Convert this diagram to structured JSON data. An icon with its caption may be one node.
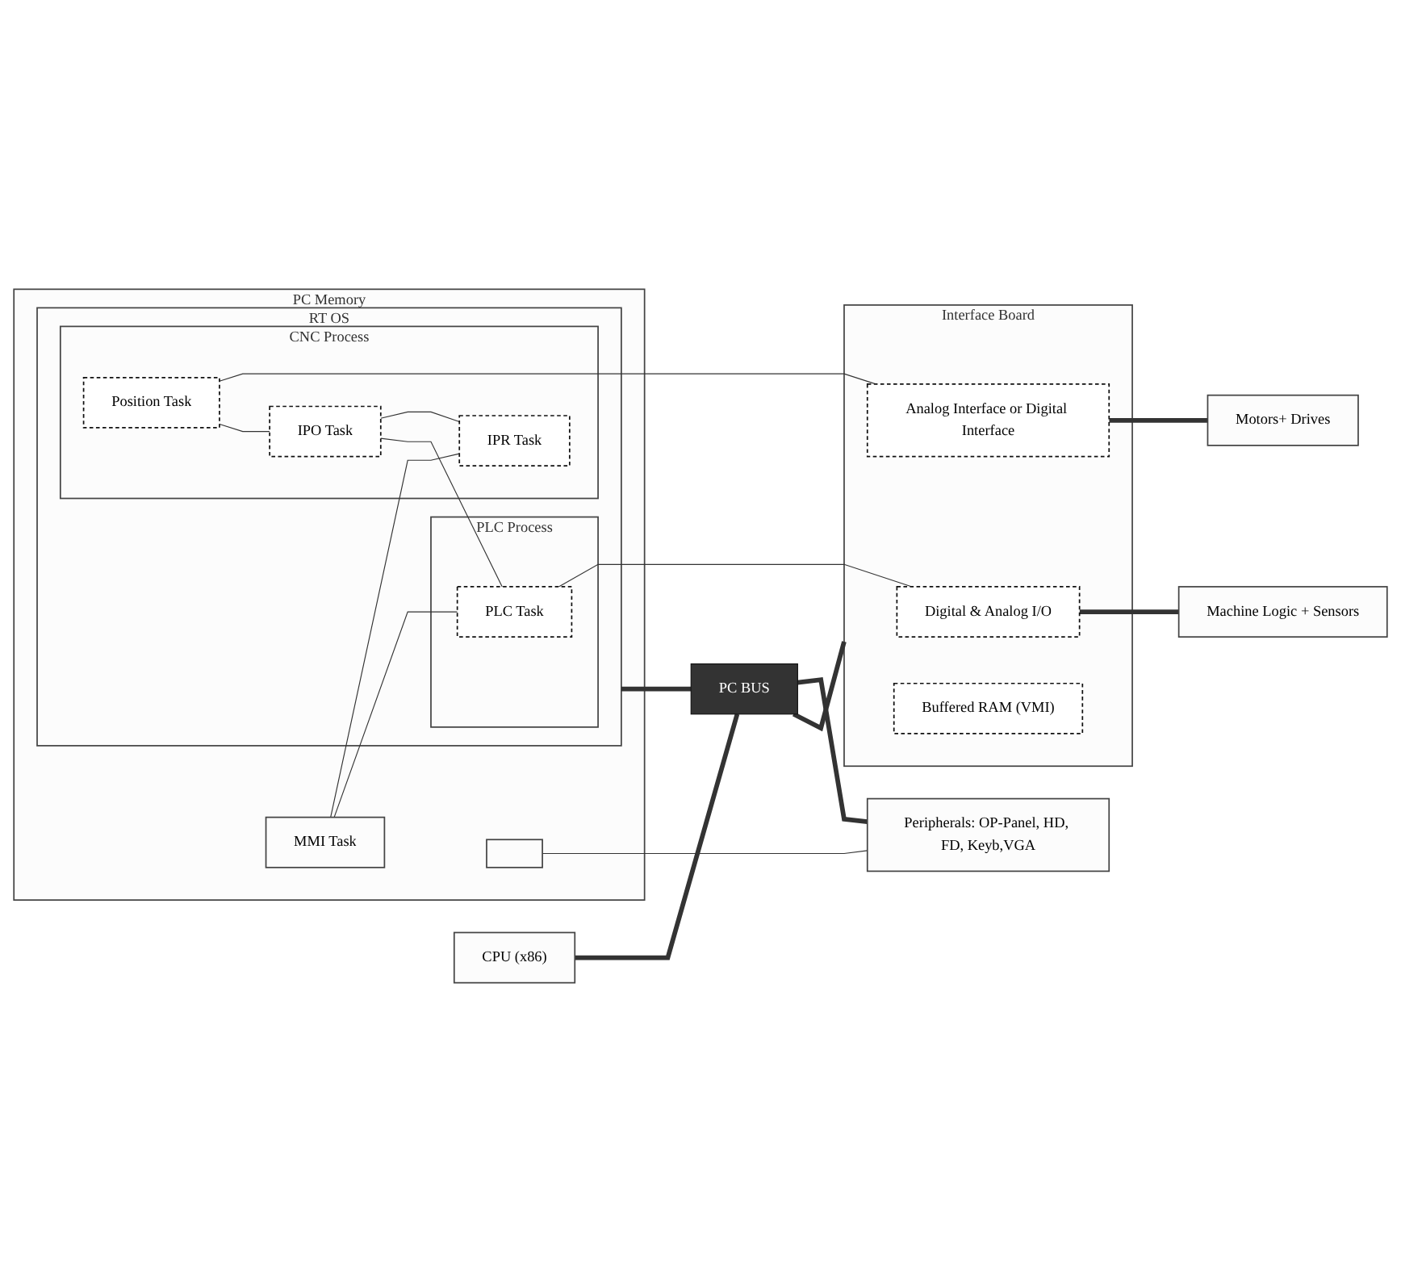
{
  "diagram": {
    "nodes": [
      {
        "text": [
          "PC Memory"
        ]
      },
      {
        "text": [
          "MMI Task"
        ],
        "in": 0
      },
      {
        "text": [],
        "shape": "box",
        "in": 0
      },
      {
        "text": [
          "RT OS"
        ],
        "in": 0
      },
      {
        "text": [
          "CNC Process"
        ],
        "in": 3
      },
      {
        "text": [
          "Position Task"
        ],
        "in": 4
      },
      {
        "text": [
          "IPO Task"
        ],
        "in": 4
      },
      {
        "text": [
          "IPR Task"
        ],
        "in": 4
      },
      {
        "text": [
          "PLC Process"
        ],
        "in": 3
      },
      {
        "text": [
          "PLC Task"
        ],
        "in": 8
      },
      {
        "text": [
          "PC BUS"
        ]
      },
      {
        "text": [
          "Interface Board"
        ]
      },
      {
        "text": [
          "Analog Interface or Digital Interface"
        ],
        "in": 11
      },
      {
        "text": [
          "Digital & Analog I/O"
        ],
        "in": 11
      },
      {
        "text": [
          "Buffered RAM (VMI)"
        ],
        "in": 11
      },
      {
        "text": [
          "Motors+ Drives"
        ]
      },
      {
        "text": [
          "Machine Logic + Sensors"
        ]
      },
      {
        "text": [
          "Peripherals: OP-Panel, HD, FD, Keyb,VGA"
        ]
      },
      {
        "text": [
          "CPU (x86)"
        ]
      }
    ],
    "edges": [
      {
        "from": 5,
        "to": 12,
        "arrow": "none"
      },
      {
        "from": 5,
        "to": 6,
        "arrow": "none"
      },
      {
        "from": 6,
        "to": 7,
        "arrow": "none"
      },
      {
        "from": 6,
        "to": 9,
        "arrow": "none"
      },
      {
        "from": 1,
        "to": 9,
        "arrow": "none"
      },
      {
        "from": 9,
        "to": 13,
        "arrow": "none"
      },
      {
        "from": 1,
        "to": 7,
        "arrow": "none"
      },
      {
        "from": 2,
        "to": 17,
        "arrow": "none"
      },
      {
        "from": 3,
        "to": 10,
        "arrow": "none",
        "style": "thick"
      },
      {
        "from": 10,
        "to": 11,
        "arrow": "none",
        "style": "thick"
      },
      {
        "from": 10,
        "to": 17,
        "arrow": "none",
        "style": "thick"
      },
      {
        "from": 18,
        "to": 10,
        "arrow": "none",
        "style": "thick"
      },
      {
        "from": 12,
        "to": 15,
        "arrow": "none",
        "style": "thick"
      },
      {
        "from": 13,
        "to": 16,
        "arrow": "none",
        "style": "thick"
      }
    ]
  }
}
